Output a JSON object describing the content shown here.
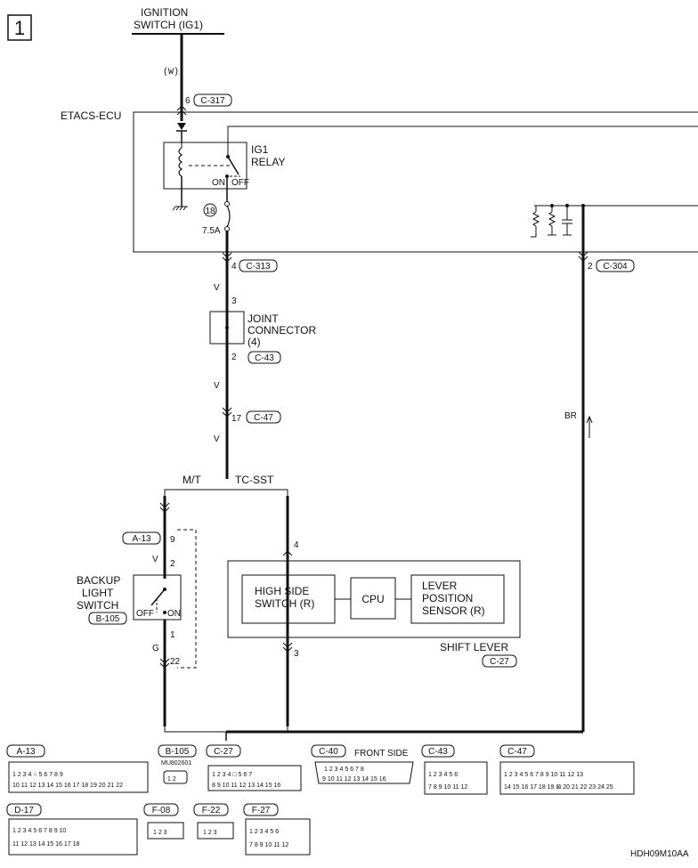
{
  "page_number": "1",
  "ignition_switch": {
    "line1": "IGNITION",
    "line2": "SWITCH (IG1)"
  },
  "wire_colors": {
    "w": "(W)",
    "v": "V",
    "br": "BR",
    "g": "G"
  },
  "etacs_label": "ETACS-ECU",
  "ig1_relay": {
    "line1": "IG1",
    "line2": "RELAY",
    "on": "ON",
    "off": "OFF"
  },
  "fuse": {
    "number": "18",
    "rating": "7.5A"
  },
  "pins": {
    "p6": "6",
    "c317": "C-317",
    "p4": "4",
    "c313": "C-313",
    "p2a": "2",
    "c304": "C-304",
    "p3a": "3",
    "p2b": "2",
    "c43": "C-43",
    "p17": "17",
    "c47": "C-47",
    "a13": "A-13",
    "p9": "9",
    "p2c": "2",
    "p1": "1",
    "p22": "22",
    "p4b": "4",
    "p3b": "3"
  },
  "joint_connector": {
    "line1": "JOINT",
    "line2": "CONNECTOR",
    "line3": "(4)"
  },
  "branches": {
    "mt": "M/T",
    "tcsst": "TC-SST"
  },
  "backup_switch": {
    "line1": "BACKUP",
    "line2": "LIGHT",
    "line3": "SWITCH",
    "connector": "B-105",
    "off": "OFF",
    "on": "ON"
  },
  "shift_lever": {
    "label": "SHIFT LEVER",
    "connector": "C-27",
    "hss_line1": "HIGH SIDE",
    "hss_line2": "SWITCH (R)",
    "cpu": "CPU",
    "lps_line1": "LEVER",
    "lps_line2": "POSITION",
    "lps_line3": "SENSOR (R)"
  },
  "connector_views": {
    "a13": "A-13",
    "b105": "B-105",
    "b105_part": "MU802601",
    "c27": "C-27",
    "c40": "C-40",
    "front_side": "FRONT SIDE",
    "c43": "C-43",
    "c47": "C-47",
    "d17": "D-17",
    "f08": "F-08",
    "f22": "F-22",
    "f27": "F-27"
  },
  "drawing_code": "HDH09M10AA"
}
